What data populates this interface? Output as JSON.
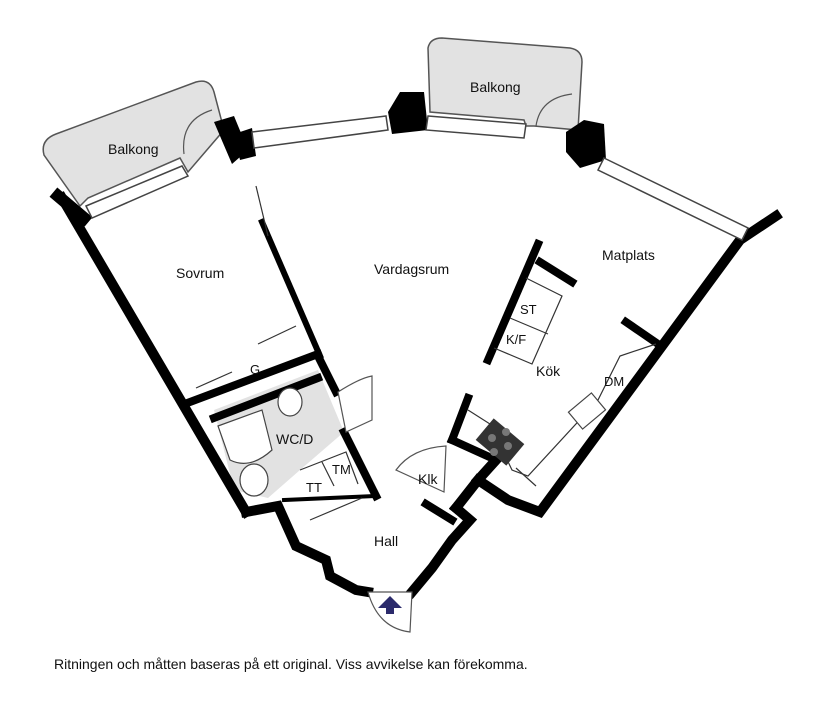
{
  "rooms": {
    "balkong_left": "Balkong",
    "balkong_top": "Balkong",
    "sovrum": "Sovrum",
    "vardagsrum": "Vardagsrum",
    "matplats": "Matplats",
    "kok": "Kök",
    "hall": "Hall",
    "wc_d": "WC/D",
    "klk": "Klk"
  },
  "fixtures": {
    "st": "ST",
    "kf": "K/F",
    "dm": "DM",
    "tt": "TT",
    "tm": "TM",
    "g": "G"
  },
  "disclaimer": "Ritningen och måtten baseras på ett original. Viss avvikelse kan förekomma.",
  "colors": {
    "wall": "#000000",
    "balcony_fill": "#e2e2e2",
    "bathroom_fill": "#e2e2e2",
    "entrance_arrow": "#2b2a6b"
  }
}
